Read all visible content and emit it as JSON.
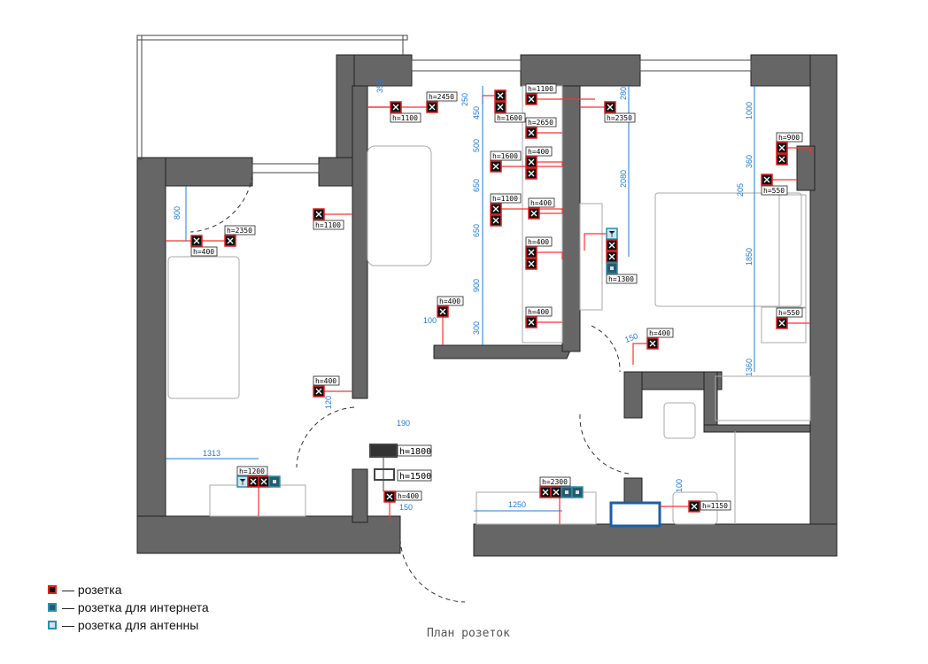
{
  "title": "План розеток",
  "legend": [
    {
      "type": "socket",
      "label": "— розетка"
    },
    {
      "type": "internet",
      "label": "— розетка для интернета"
    },
    {
      "type": "antenna",
      "label": "— розетка для антенны"
    }
  ],
  "colors": {
    "wall": "#666666",
    "socket_border": "#e02020",
    "data_border": "#2a8fb0",
    "dimension": "#1e7be0",
    "wiring": "#ff3030"
  },
  "sockets": [
    {
      "label": "h=2450",
      "icons": [
        "socket"
      ]
    },
    {
      "label": "h=1100",
      "icons": [
        "socket"
      ]
    },
    {
      "label": "h=1600",
      "icons": [
        "socket",
        "socket"
      ]
    },
    {
      "label": "h=1100",
      "icons": [
        "socket"
      ]
    },
    {
      "label": "h=2650",
      "icons": [
        "socket"
      ]
    },
    {
      "label": "h=1600",
      "icons": [
        "socket"
      ]
    },
    {
      "label": "h=400",
      "icons": [
        "socket",
        "socket"
      ]
    },
    {
      "label": "h=1100",
      "icons": [
        "socket",
        "socket"
      ]
    },
    {
      "label": "h=400",
      "icons": [
        "socket"
      ]
    },
    {
      "label": "h=400",
      "icons": [
        "socket",
        "socket"
      ]
    },
    {
      "label": "h=400",
      "icons": [
        "socket"
      ]
    },
    {
      "label": "h=400",
      "icons": [
        "socket"
      ]
    },
    {
      "label": "h=2350",
      "icons": [
        "socket"
      ]
    },
    {
      "label": "h=1300",
      "icons": [
        "antenna",
        "socket",
        "socket",
        "internet"
      ]
    },
    {
      "label": "h=900",
      "icons": [
        "socket",
        "socket"
      ]
    },
    {
      "label": "h=550",
      "icons": [
        "socket"
      ]
    },
    {
      "label": "h=550",
      "icons": [
        "socket"
      ]
    },
    {
      "label": "h=400",
      "icons": [
        "socket"
      ]
    },
    {
      "label": "h=1100",
      "icons": [
        "socket"
      ]
    },
    {
      "label": "h=400",
      "icons": [
        "socket"
      ]
    },
    {
      "label": "h=2350",
      "icons": [
        "socket"
      ]
    },
    {
      "label": "h=400",
      "icons": [
        "socket"
      ]
    },
    {
      "label": "h=1200",
      "icons": [
        "antenna",
        "socket",
        "socket",
        "internet"
      ]
    },
    {
      "label": "h=400",
      "icons": [
        "socket"
      ]
    },
    {
      "label": "h=2300",
      "icons": [
        "socket",
        "socket",
        "internet",
        "internet"
      ]
    },
    {
      "label": "h=1150",
      "icons": [
        "socket"
      ]
    }
  ],
  "panels": [
    {
      "name": "electrical-panel",
      "label": "h=1800"
    },
    {
      "name": "intercom-panel",
      "label": "h=1500"
    }
  ],
  "dimensions": [
    "350",
    "250",
    "450",
    "500",
    "650",
    "650",
    "900",
    "300",
    "100",
    "280",
    "2080",
    "1000",
    "360",
    "205",
    "1850",
    "1360",
    "150",
    "800",
    "120",
    "1313",
    "190",
    "150",
    "1250",
    "100"
  ]
}
